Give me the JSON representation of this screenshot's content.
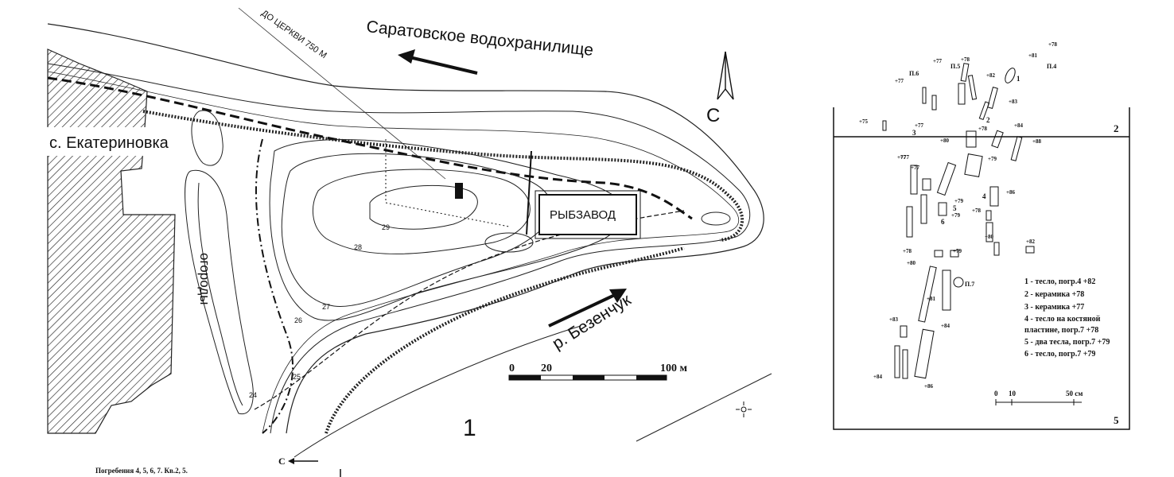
{
  "map": {
    "labels": {
      "reservoir": "Саратовское водохранилище",
      "church": "ДО ЦЕРКВИ 750 М",
      "village": "с. Екатериновка",
      "gardens": "огороды",
      "fishery": "РЫБЗАВОД",
      "river": "р. Безенчук",
      "north": "С",
      "figure_number": "1"
    },
    "contours": [
      "29",
      "28",
      "27",
      "26",
      "25",
      "24"
    ],
    "scale": {
      "ticks": [
        "0",
        "20",
        "100 м"
      ]
    }
  },
  "plan": {
    "square_number": "2",
    "figure_number": "5",
    "burial_labels": [
      "П.6",
      "П.5",
      "П.4",
      "П.7"
    ],
    "find_numbers": [
      "1",
      "2",
      "3",
      "4",
      "5",
      "6"
    ],
    "depths": [
      "+78",
      "+81",
      "+77",
      "+78",
      "+82",
      "+77",
      "+75",
      "+83",
      "+77",
      "+78",
      "+84",
      "+80",
      "+88",
      "+77",
      "+79",
      "+77",
      "+86",
      "+78",
      "+79",
      "+79",
      "+80",
      "+82",
      "+78",
      "+79",
      "+80",
      "+81",
      "+83",
      "+84",
      "+84",
      "+86",
      "+77"
    ],
    "legend": [
      "1 - тесло, погр.4 +82",
      "2 - керамика  +78",
      "3 - керамика  +77",
      "4 - тесло на костяной",
      "пластине, погр.7  +78",
      "5 - два тесла, погр.7 +79",
      "6 - тесло, погр.7    +79"
    ],
    "scale": {
      "ticks": [
        "0",
        "10",
        "50 см"
      ]
    }
  },
  "caption": {
    "text": "Погребения  4, 5, 6, 7. Кв.2, 5.",
    "north": "С"
  }
}
